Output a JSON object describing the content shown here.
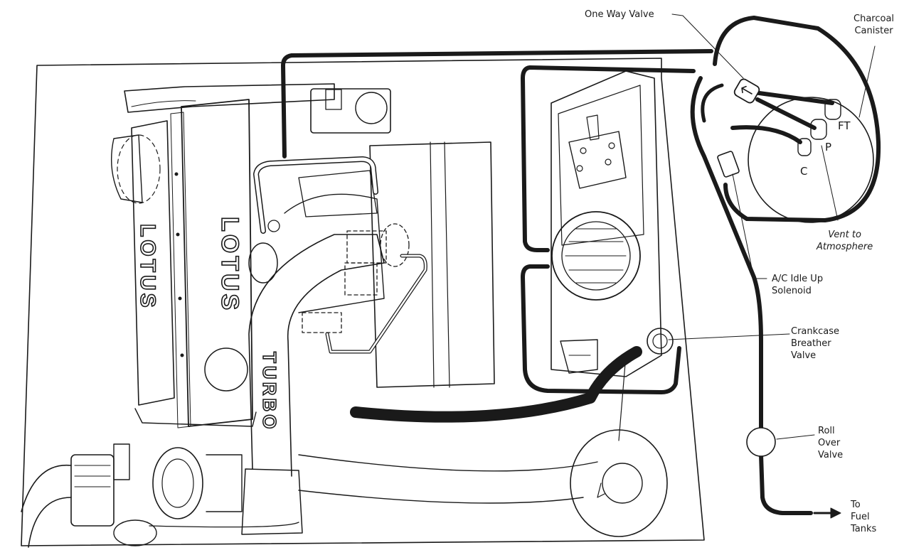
{
  "labels": {
    "one_way_valve": "One Way Valve",
    "charcoal_canister": "Charcoal\nCanister",
    "vent_to_atmosphere": "Vent to\nAtmosphere",
    "ac_idle_up_solenoid": "A/C Idle Up\nSolenoid",
    "crankcase_breather_valve": "Crankcase\nBreather\nValve",
    "roll_over_valve": "Roll\nOver\nValve",
    "to_fuel_tanks": "To\nFuel\nTanks"
  },
  "engine_markings": {
    "cam_cover_left": "LOTUS",
    "cam_cover_right": "LOTUS",
    "intake_pipe": "TURBO"
  },
  "canister_ports": {
    "ft": "FT",
    "p": "P",
    "c": "C"
  },
  "colors": {
    "line": "#1a1a1a",
    "paper": "#ffffff"
  }
}
